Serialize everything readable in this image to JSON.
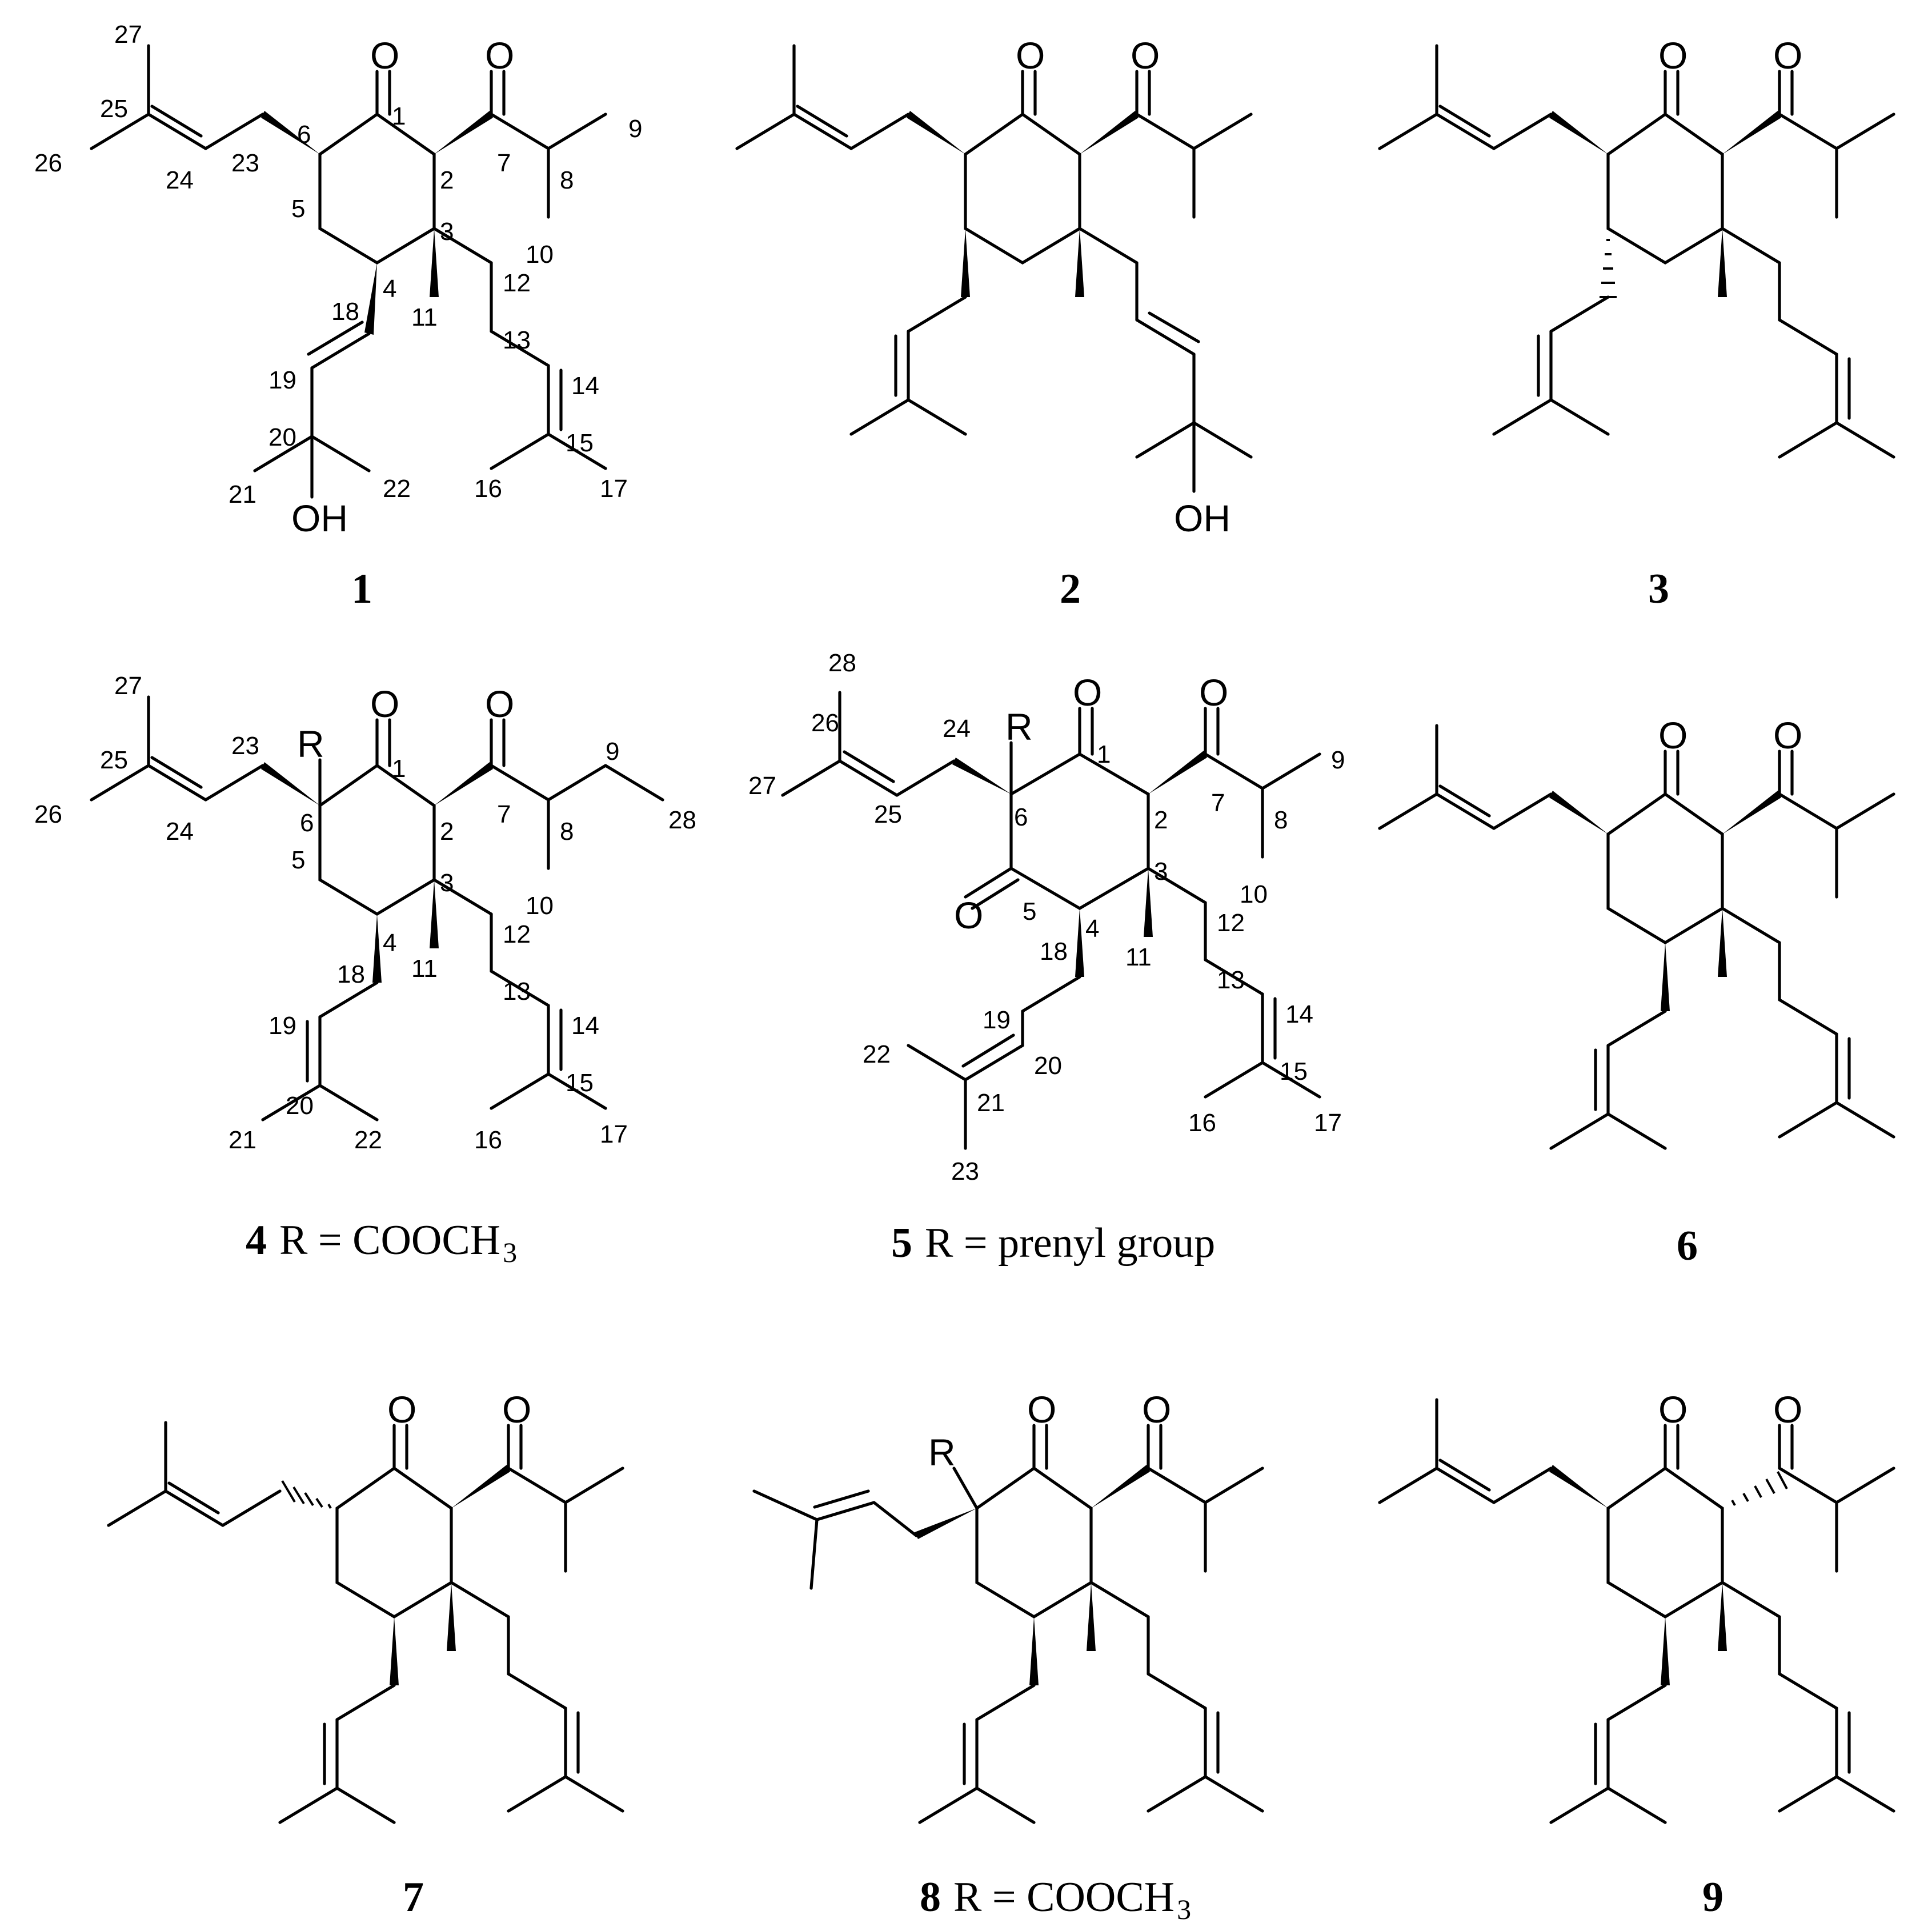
{
  "figure": {
    "compounds": [
      {
        "id": "1",
        "numbered": true
      },
      {
        "id": "2",
        "numbered": false
      },
      {
        "id": "3",
        "numbered": false
      },
      {
        "id": "4",
        "numbered": true,
        "caption_r": "R = COOCH",
        "caption_sub": "3",
        "substituent": "R"
      },
      {
        "id": "5",
        "numbered": true,
        "caption_r": "R = prenyl group",
        "substituent": "R"
      },
      {
        "id": "6",
        "numbered": false
      },
      {
        "id": "7",
        "numbered": false
      },
      {
        "id": "8",
        "numbered": false,
        "caption_r": "R = COOCH",
        "caption_sub": "3",
        "substituent": "R"
      },
      {
        "id": "9",
        "numbered": false
      }
    ],
    "atom_labels": {
      "oxygen": "O",
      "hydroxyl": "OH",
      "r_group": "R"
    },
    "numbering": {
      "compound_1": [
        "1",
        "2",
        "3",
        "4",
        "5",
        "6",
        "7",
        "8",
        "9",
        "10",
        "11",
        "12",
        "13",
        "14",
        "15",
        "16",
        "17",
        "18",
        "19",
        "20",
        "21",
        "22",
        "23",
        "24",
        "25",
        "26",
        "27"
      ],
      "compound_4": [
        "1",
        "2",
        "3",
        "4",
        "5",
        "6",
        "7",
        "8",
        "9",
        "10",
        "11",
        "12",
        "13",
        "14",
        "15",
        "16",
        "17",
        "18",
        "19",
        "20",
        "21",
        "22",
        "23",
        "24",
        "25",
        "26",
        "27",
        "28"
      ],
      "compound_5": [
        "1",
        "2",
        "3",
        "4",
        "5",
        "6",
        "7",
        "8",
        "9",
        "10",
        "11",
        "12",
        "13",
        "14",
        "15",
        "16",
        "17",
        "18",
        "19",
        "20",
        "21",
        "22",
        "23",
        "24",
        "25",
        "26",
        "27",
        "28"
      ]
    },
    "stereo_notes": {
      "compound_3": "C-4 substituent hashed",
      "compound_7": "C-6 substituent hashed",
      "compound_9": "C-2 substituent hashed"
    }
  }
}
